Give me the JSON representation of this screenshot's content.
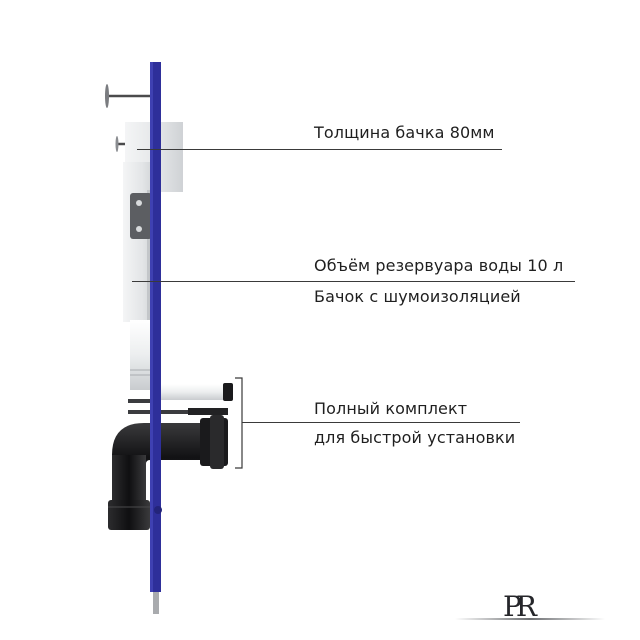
{
  "callouts": [
    {
      "id": "tank-thickness",
      "lines": [
        "Толщина бачка 80мм"
      ]
    },
    {
      "id": "tank-volume",
      "lines": [
        "Объём резервуара воды 10 л",
        "Бачок с шумоизоляцией"
      ]
    },
    {
      "id": "full-kit",
      "lines": [
        "Полный комплект",
        "для быстрой установки"
      ]
    }
  ],
  "logo": {
    "text": "PR"
  },
  "colors": {
    "frame": "#2e2f9a",
    "tank": "#e6e8ea",
    "pipe": "#1c1c1e",
    "text": "#1f1f1f",
    "background": "#ffffff"
  }
}
